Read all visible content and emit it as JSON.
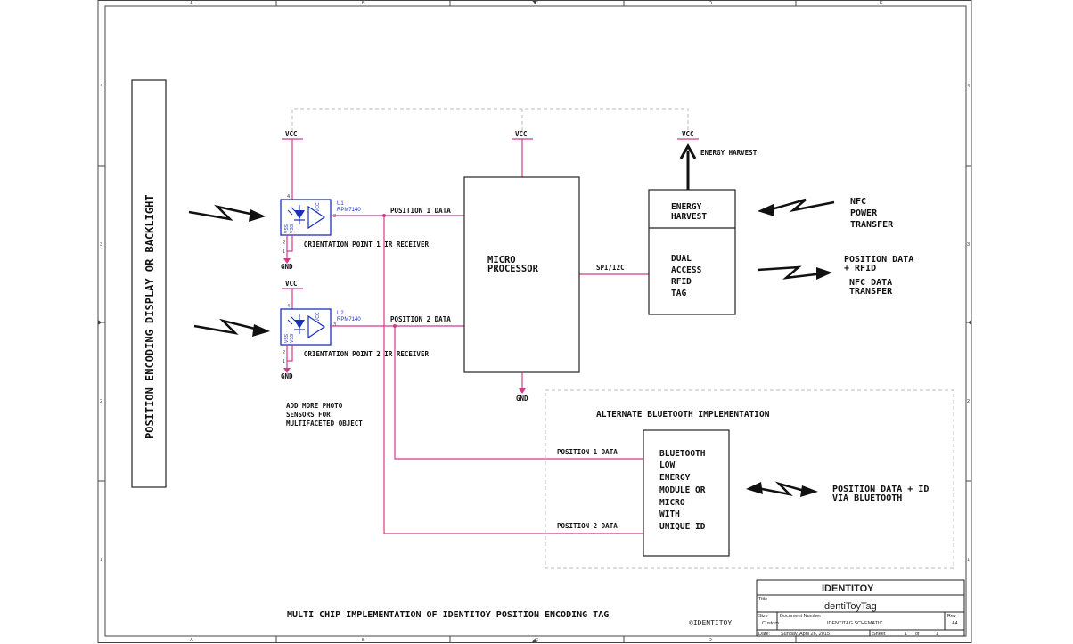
{
  "colors": {
    "wire": "#d13b8c",
    "component": "#1b2fbf",
    "dashed": "#bbbbbb",
    "ink": "#111111"
  },
  "frame": {
    "cols": [
      "A",
      "B",
      "C",
      "D",
      "E"
    ],
    "rows": [
      "4",
      "3",
      "2",
      "1"
    ]
  },
  "display": {
    "label": "POSITION ENCODING DISPLAY OR BACKLIGHT"
  },
  "receivers": [
    {
      "ref": "U1",
      "part": "RPM7140",
      "pin_vcc": "VCC",
      "pin_vss": "VSS",
      "pin4": "4",
      "pin3": "3",
      "pin2": "2",
      "pin1": "1",
      "power": "VCC",
      "ground": "GND",
      "signal": "POSITION 1 DATA",
      "caption": "ORIENTATION POINT 1 IR RECEIVER"
    },
    {
      "ref": "U2",
      "part": "RPM7140",
      "pin_vcc": "VCC",
      "pin_vss": "VSS",
      "pin4": "4",
      "pin3": "3",
      "pin2": "2",
      "pin1": "1",
      "power": "VCC",
      "ground": "GND",
      "signal": "POSITION 2 DATA",
      "caption": "ORIENTATION POINT 2 IR RECEIVER"
    }
  ],
  "add_more": [
    "ADD MORE PHOTO",
    "SENSORS FOR",
    "MULTIFACETED OBJECT"
  ],
  "micro": {
    "lines": [
      "MICRO",
      "PROCESSOR"
    ],
    "power": "VCC",
    "ground": "GND",
    "bus": "SPI/I2C"
  },
  "energy": {
    "lines": [
      "ENERGY",
      "HARVEST"
    ],
    "power": "VCC",
    "arrow_label": "ENERGY HARVEST"
  },
  "rfid": {
    "lines": [
      "DUAL",
      "ACCESS",
      "RFID",
      "TAG"
    ]
  },
  "nfc_power": [
    "NFC",
    "POWER",
    "TRANSFER"
  ],
  "rfid_data": [
    "POSITION DATA",
    "+ RFID",
    "NFC DATA",
    "TRANSFER"
  ],
  "bluetooth": {
    "title": "ALTERNATE BLUETOOTH IMPLEMENTATION",
    "lines": [
      "BLUETOOTH",
      "LOW",
      "ENERGY",
      "MODULE OR",
      "MICRO",
      "WITH",
      "UNIQUE ID"
    ],
    "in1": "POSITION 1 DATA",
    "in2": "POSITION 2 DATA",
    "out": [
      "POSITION DATA + ID",
      "VIA BLUETOOTH"
    ]
  },
  "bottom_caption": "MULTI CHIP IMPLEMENTATION OF IDENTITOY POSITION ENCODING TAG",
  "copyright": "©IDENTITOY",
  "title_block": {
    "company": "IDENTITOY",
    "title_label": "Title",
    "title": "IdentiToyTag",
    "size_label": "Size",
    "size": "Custom",
    "docnum_label": "Document Number",
    "docnum": "IDENTITAG SCHEMATIC",
    "rev_label": "Rev",
    "rev": "A4",
    "date_label": "Date:",
    "date": "Sunday, April 26, 2015",
    "sheet_label": "Sheet",
    "sheet": "1",
    "of_label": "of",
    "of": "1"
  }
}
